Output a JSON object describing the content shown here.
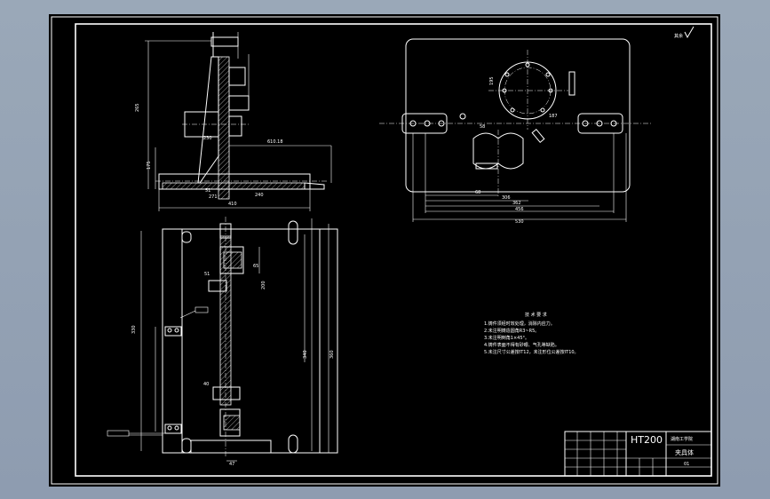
{
  "title_block": {
    "material": "HT200",
    "school": "湖南工学院",
    "part_name": "夹具体",
    "scale": "01"
  },
  "views": {
    "side_view": {
      "dimensions": [
        "265",
        "175",
        "410",
        "240",
        "271",
        "51",
        "230",
        "610.18"
      ]
    },
    "front_view": {
      "dimensions": [
        "330",
        "340",
        "360",
        "200",
        "51",
        "65",
        "40",
        "47"
      ]
    },
    "top_view": {
      "dimensions": [
        "68",
        "306",
        "362",
        "456",
        "530",
        "187",
        "195",
        "58"
      ]
    }
  },
  "notes": {
    "heading": "技 术 要 求",
    "lines": [
      "1.铸件须经时效处理，消除内应力。",
      "2.未注明铸造圆角R3~R5。",
      "3.未注明倒角1×45°。",
      "4.铸件表面不得有砂眼、气孔等缺陷。",
      "5.未注尺寸公差按IT12，未注形位公差按IT10。"
    ]
  },
  "roughness": {
    "label": "其余"
  }
}
